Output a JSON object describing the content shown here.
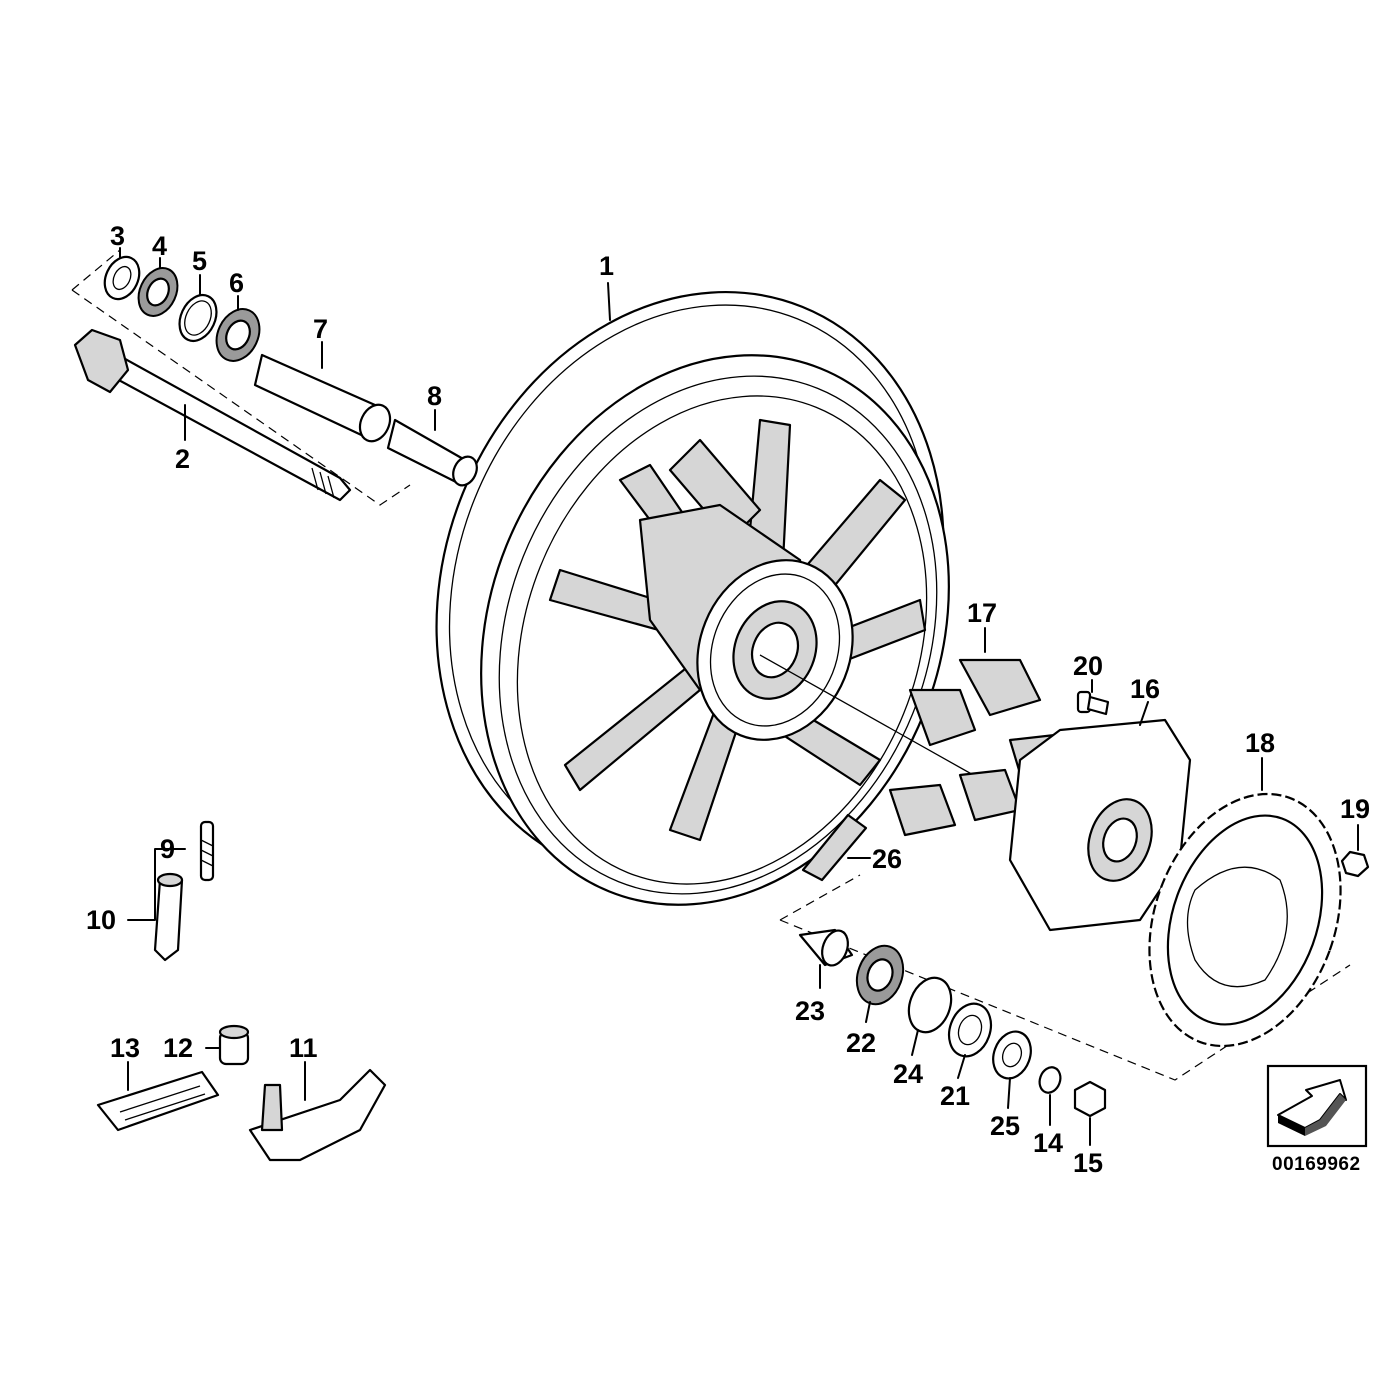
{
  "diagram": {
    "reference_number": "00169962",
    "callouts": [
      "1",
      "2",
      "3",
      "4",
      "5",
      "6",
      "7",
      "8",
      "9",
      "10",
      "11",
      "12",
      "13",
      "14",
      "15",
      "16",
      "17",
      "18",
      "19",
      "20",
      "21",
      "22",
      "23",
      "24",
      "25",
      "26"
    ]
  },
  "icons": {
    "direction_arrow": "arrow-icon"
  }
}
